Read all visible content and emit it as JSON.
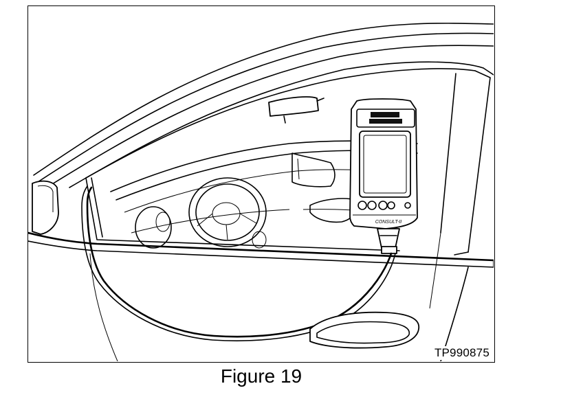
{
  "figure": {
    "id_label": "TP990875",
    "caption": "Figure 19"
  },
  "device": {
    "brand_label": "CONSULT-II"
  }
}
